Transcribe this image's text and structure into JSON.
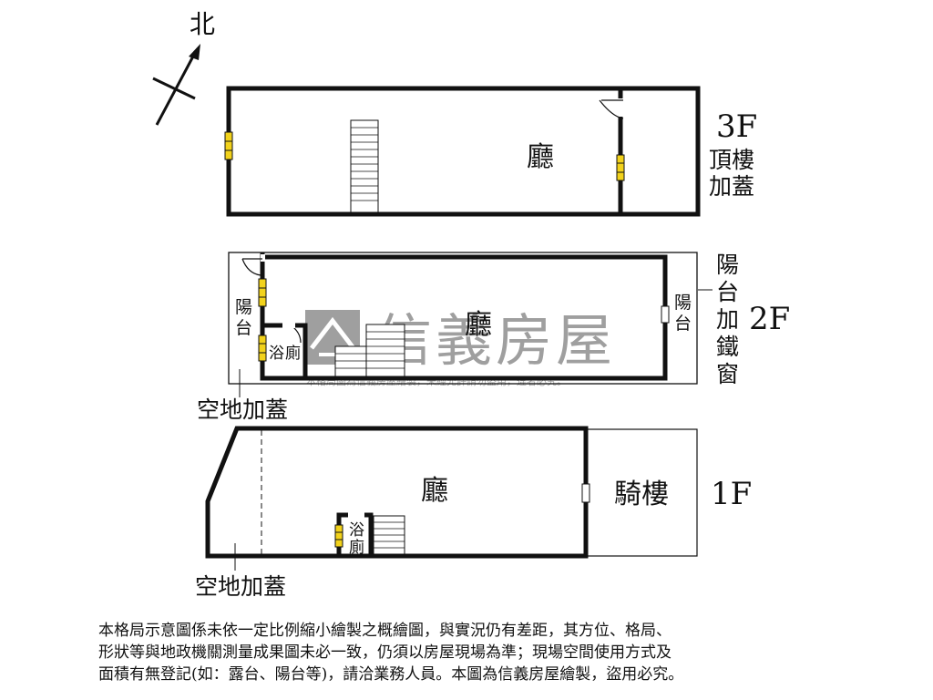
{
  "compass": {
    "north_label": "北"
  },
  "watermark": {
    "brand": "信義房屋",
    "fine_print": "本格局圖為信義房屋繪製，未經允許請勿盜用，違者必究。"
  },
  "floor3": {
    "floor_label": "3F",
    "note_line1": "頂樓",
    "note_line2": "加蓋",
    "room_hall": "廳"
  },
  "floor2": {
    "floor_label": "2F",
    "room_hall": "廳",
    "balcony_left_1": "陽",
    "balcony_left_2": "台",
    "bath_1": "浴",
    "bath_2": "廁",
    "balcony_right_1": "陽",
    "balcony_right_2": "台",
    "side_note_chars": [
      "陽",
      "台",
      "加",
      "鐵",
      "窗"
    ],
    "annotation": "空地加蓋"
  },
  "floor1": {
    "floor_label": "1F",
    "room_hall": "廳",
    "arcade": "騎樓",
    "bath_1": "浴",
    "bath_2": "廁",
    "annotation": "空地加蓋"
  },
  "disclaimer": {
    "line1": "本格局示意圖係未依一定比例縮小繪製之概繪圖，與實況仍有差距，其方位、格局、",
    "line2": "形狀等與地政機關測量成果圖未必一致，仍須以房屋現場為準；現場空間使用方式及",
    "line3": "面積有無登記(如：露台、陽台等)，請洽業務人員。本圖為信義房屋繪製，盜用必究。"
  },
  "colors": {
    "wall": "#111111",
    "window": "#f2d21b",
    "watermark": "#9a9a9a"
  }
}
